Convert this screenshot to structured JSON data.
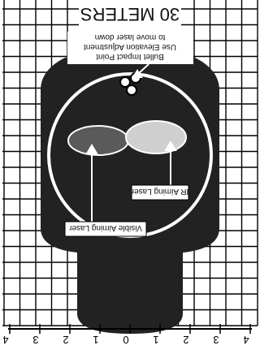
{
  "range_title": "30 METERS",
  "bullet_note": {
    "line1": "Bullet Impact Point",
    "line2": "Use Elevation Adjustment",
    "line3": "to move laser down"
  },
  "ir_laser_label": "IR Aiming Laser",
  "visible_laser_label": "Visible Aiming Laser",
  "axis_ticks": [
    "4",
    "3",
    "2",
    "1",
    "0",
    "1",
    "2",
    "3",
    "4"
  ],
  "colors": {
    "silhouette": "#222222",
    "visible_dot": "#5a5a5a",
    "ir_dot": "#cfcfcf",
    "grid": "#ffffff",
    "grid_outer": "#000000"
  }
}
